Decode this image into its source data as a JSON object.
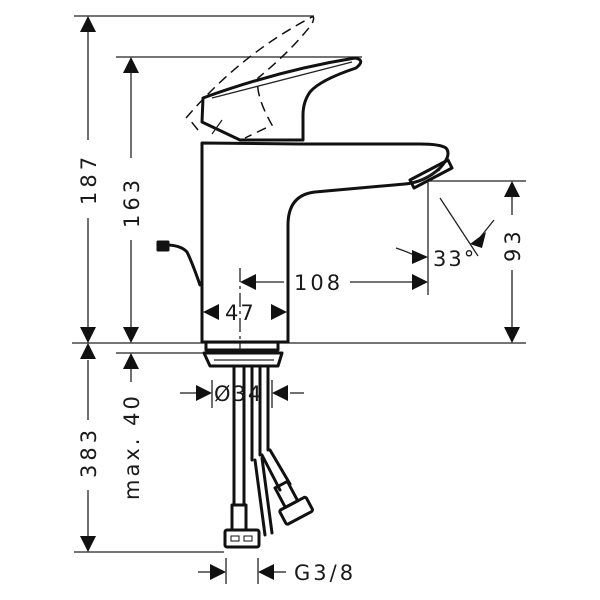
{
  "drawing": {
    "title": "Basin mixer tap technical dimension drawing",
    "colors": {
      "line": "#111111",
      "background": "#ffffff"
    },
    "dimensions": {
      "total_height": "187",
      "spout_height": "163",
      "outlet_height": "93",
      "spout_reach": "108",
      "body_width": "47",
      "spray_angle": "33°",
      "below_deck_length": "383",
      "max_deck_thickness": "max. 40",
      "shank_diameter": "Ø34",
      "connection_thread": "G3/8"
    }
  }
}
